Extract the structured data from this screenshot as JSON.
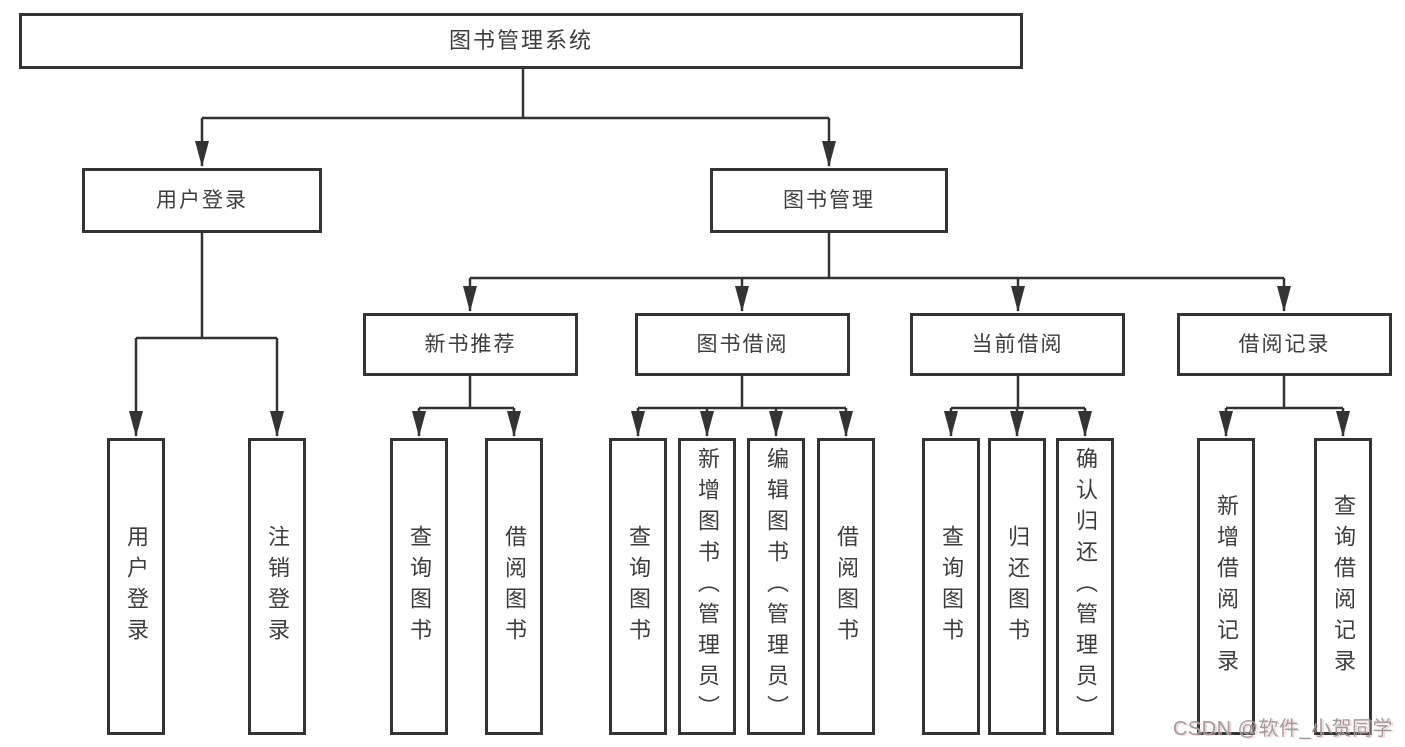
{
  "colors": {
    "ink": "#333333",
    "text": "#3d3d3d",
    "watermark": "#9e9e9e"
  },
  "tree": {
    "root": {
      "label": "图书管理系统"
    },
    "level2": [
      {
        "id": "user-login",
        "label": "用户登录"
      },
      {
        "id": "book-management",
        "label": "图书管理"
      }
    ],
    "level3": [
      {
        "id": "new-book-recommend",
        "label": "新书推荐"
      },
      {
        "id": "book-borrow",
        "label": "图书借阅"
      },
      {
        "id": "current-borrow",
        "label": "当前借阅"
      },
      {
        "id": "borrow-record",
        "label": "借阅记录"
      }
    ],
    "leaves": [
      {
        "id": "user-login-leaf",
        "label": "用户登录"
      },
      {
        "id": "logout",
        "label": "注销登录"
      },
      {
        "id": "nbr-query-book",
        "label": "查询图书"
      },
      {
        "id": "nbr-borrow-book",
        "label": "借阅图书"
      },
      {
        "id": "bb-query-book",
        "label": "查询图书"
      },
      {
        "id": "bb-add-book",
        "label": "新增图书（管理员）"
      },
      {
        "id": "bb-edit-book",
        "label": "编辑图书（管理员）"
      },
      {
        "id": "bb-borrow-book",
        "label": "借阅图书"
      },
      {
        "id": "cb-query-book",
        "label": "查询图书"
      },
      {
        "id": "cb-return-book",
        "label": "归还图书"
      },
      {
        "id": "cb-confirm-return",
        "label": "确认归还（管理员）"
      },
      {
        "id": "br-add-record",
        "label": "新增借阅记录"
      },
      {
        "id": "br-query-record",
        "label": "查询借阅记录"
      }
    ],
    "watermark": "CSDN @软件_小贺同学"
  }
}
